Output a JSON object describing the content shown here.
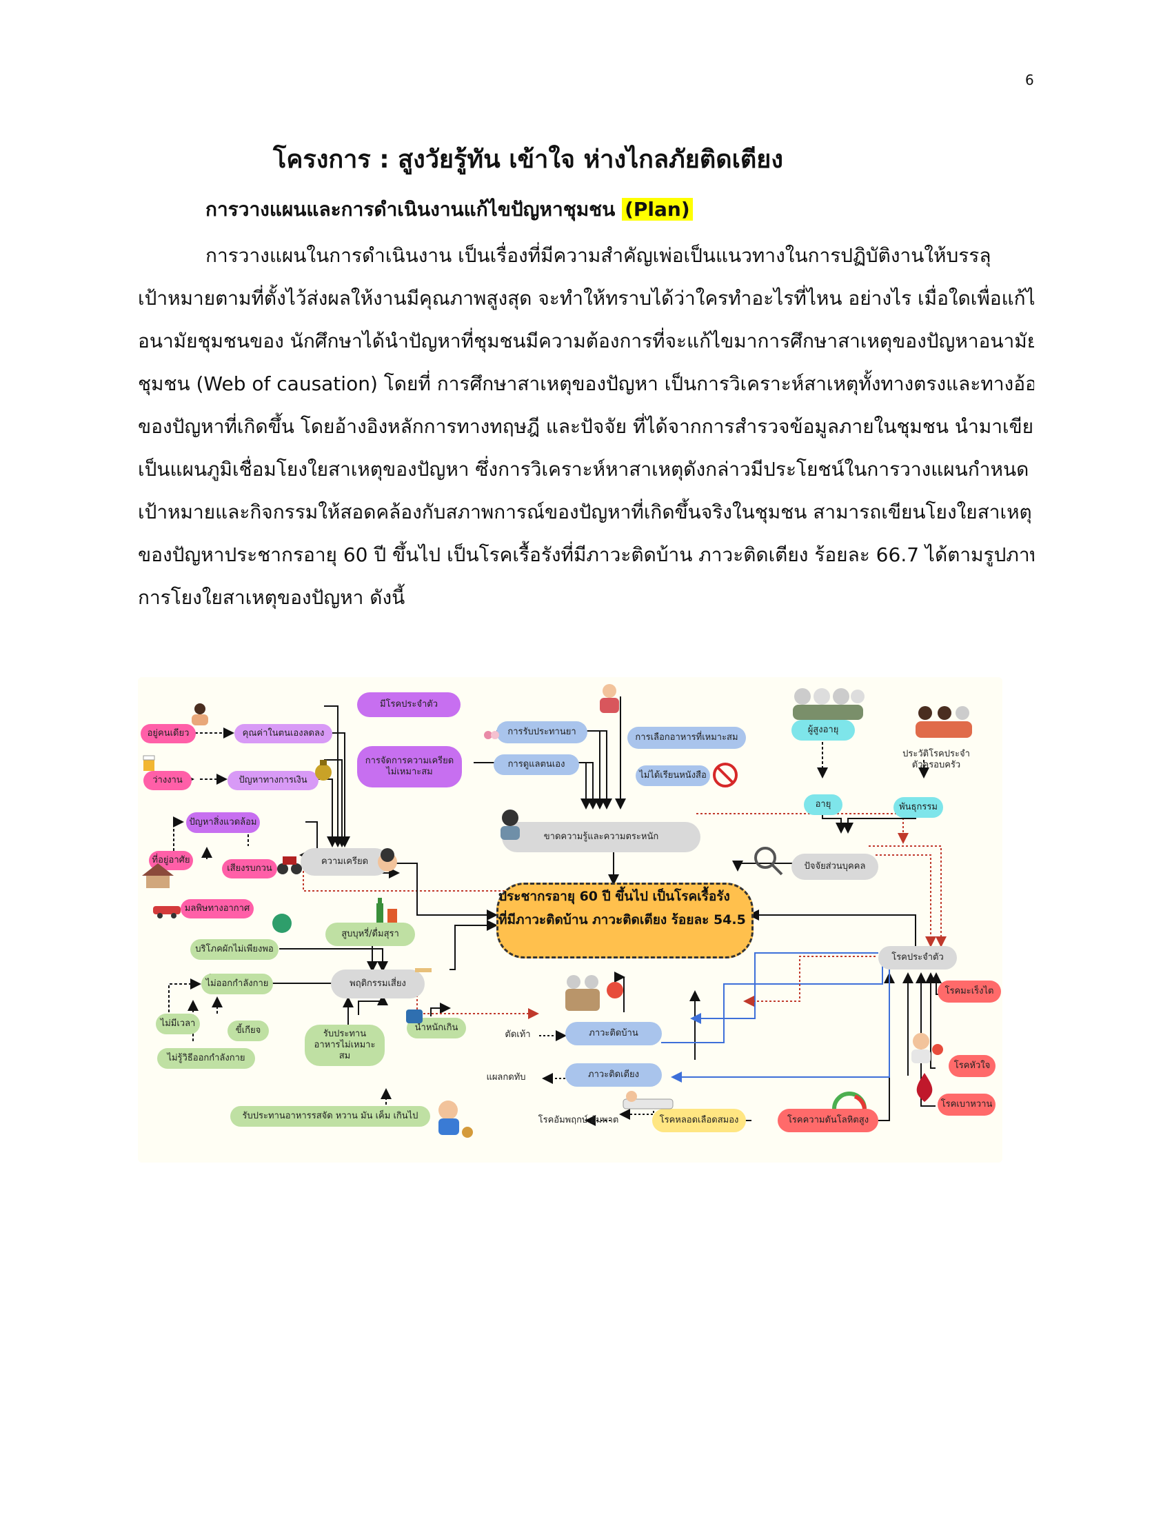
{
  "page_number": "6",
  "title": "โครงการ : สูงวัยรู้ทัน เข้าใจ ห่างไกลภัยติดเตียง",
  "heading": {
    "text": "การวางแผนและการดำเนินงานแก้ไขปัญหาชุมชน",
    "highlight": "(Plan)"
  },
  "paragraph_lines": [
    "การวางแผนในการดำเนินงาน เป็นเรื่องที่มีความสำคัญเพ่อเป็นแนวทางในการปฏิบัติงานให้บรรลุ",
    "เป้าหมายตามที่ตั้งไว้ส่งผลให้งานมีคุณภาพสูงสุด จะทำให้ทราบได้ว่าใครทำอะไรที่ไหน อย่างไร เมื่อใดเพื่อแก้ไข",
    "อนามัยชุมชนของ นักศึกษาได้นำปัญหาที่ชุมชนมีความต้องการที่จะแก้ไขมาการศึกษาสาเหตุของปัญหาอนามัย",
    "ชุมชน (Web of causation) โดยที่ การศึกษาสาเหตุของปัญหา เป็นการวิเคราะห์สาเหตุทั้งทางตรงและทางอ้อม",
    "ของปัญหาที่เกิดขึ้น โดยอ้างอิงหลักการทางทฤษฎี และปัจจัย ที่ได้จากการสำรวจข้อมูลภายในชุมชน นำมาเขียน",
    "เป็นแผนภูมิเชื่อมโยงใยสาเหตุของปัญหา ซึ่งการวิเคราะห์หาสาเหตุดังกล่าวมีประโยชน์ในการวางแผนกำหนด",
    "เป้าหมายและกิจกรรมให้สอดคล้องกับสภาพการณ์ของปัญหาที่เกิดขึ้นจริงในชุมชน  สามารถเขียนโยงใยสาเหตุ",
    "ของปัญหาประชากรอายุ 60 ปี ขึ้นไป เป็นโรคเรื้อรังที่มีภาวะติดบ้าน ภาวะติดเตียง ร้อยละ 66.7 ได้ตามรูปภาพ",
    "การโยงใยสาเหตุของปัญหา ดังนี้"
  ],
  "diagram": {
    "core": [
      "ประชากรอายุ 60 ปี ขึ้นไป เป็นโรคเรื้อรัง",
      "ที่มีภาวะติดบ้าน ภาวะติดเตียง ร้อยละ 54.5"
    ],
    "nodes": {
      "live_alone": "อยู่คนเดียว",
      "lonely": "คุณค่าในตนเองลดลง",
      "chronic_self": "มีโรคประจำตัว",
      "stress_mgmt": "การจัดการความเครียดไม่เหมาะสม",
      "alcohol_icon": "แอลกอฮอล์",
      "unemployed": "ว่างงาน",
      "finance": "ปัญหาทางการเงิน",
      "environment": "ปัญหาสิ่งแวดล้อม",
      "housing": "ที่อยู่อาศัย",
      "noise": "เสียงรบกวน",
      "air": "มลพิษทางอากาศ",
      "stress": "ความเครียด",
      "meds": "การรับประทานยา",
      "food_choice": "การเลือกอาหารที่เหมาะสม",
      "self_care": "การดูแลตนเอง",
      "no_edu": "ไม่ได้เรียนหนังสือ",
      "knowledge": "ขาดความรู้และความตระหนัก",
      "elderly": "ผู้สูงอายุ",
      "family_history": "ประวัติโรคประจำตัวครอบครัว",
      "age": "อายุ",
      "genetic": "พันธุกรรม",
      "personal": "ปัจจัยส่วนบุคคล",
      "smoke_drink": "สูบบุหรี่/ดื่มสุรา",
      "veg": "บริโภคผักไม่เพียงพอ",
      "exercise": "ไม่ออกกำลังกาย",
      "behavior": "พฤติกรรมเสี่ยง",
      "no_time": "ไม่มีเวลา",
      "lazy": "ขี้เกียจ",
      "no_know_exercise": "ไม่รู้วิธีออกกำลังกาย",
      "diet": "รับประทานอาหารไม่เหมาะสม",
      "weight": "น้ำหนักเกิน",
      "taste": "รับประทานอาหารรสจัด หวาน มัน เค็ม เกินไป",
      "chronic": "โรคประจำตัว",
      "kidney": "โรคมะเร็งไต",
      "heart": "โรคหัวใจ",
      "diabetes": "โรคเบาหวาน",
      "hypertension": "โรคความดันโลหิตสูง",
      "stroke": "โรคหลอดเลือดสมอง",
      "accident": "โรคอัมพฤกษ์ อัมพาต",
      "amputate": "ตัดเท้า",
      "homebound": "ภาวะติดบ้าน",
      "bedridden": "ภาวะติดเตียง",
      "bedsore": "แผลกดทับ"
    }
  }
}
